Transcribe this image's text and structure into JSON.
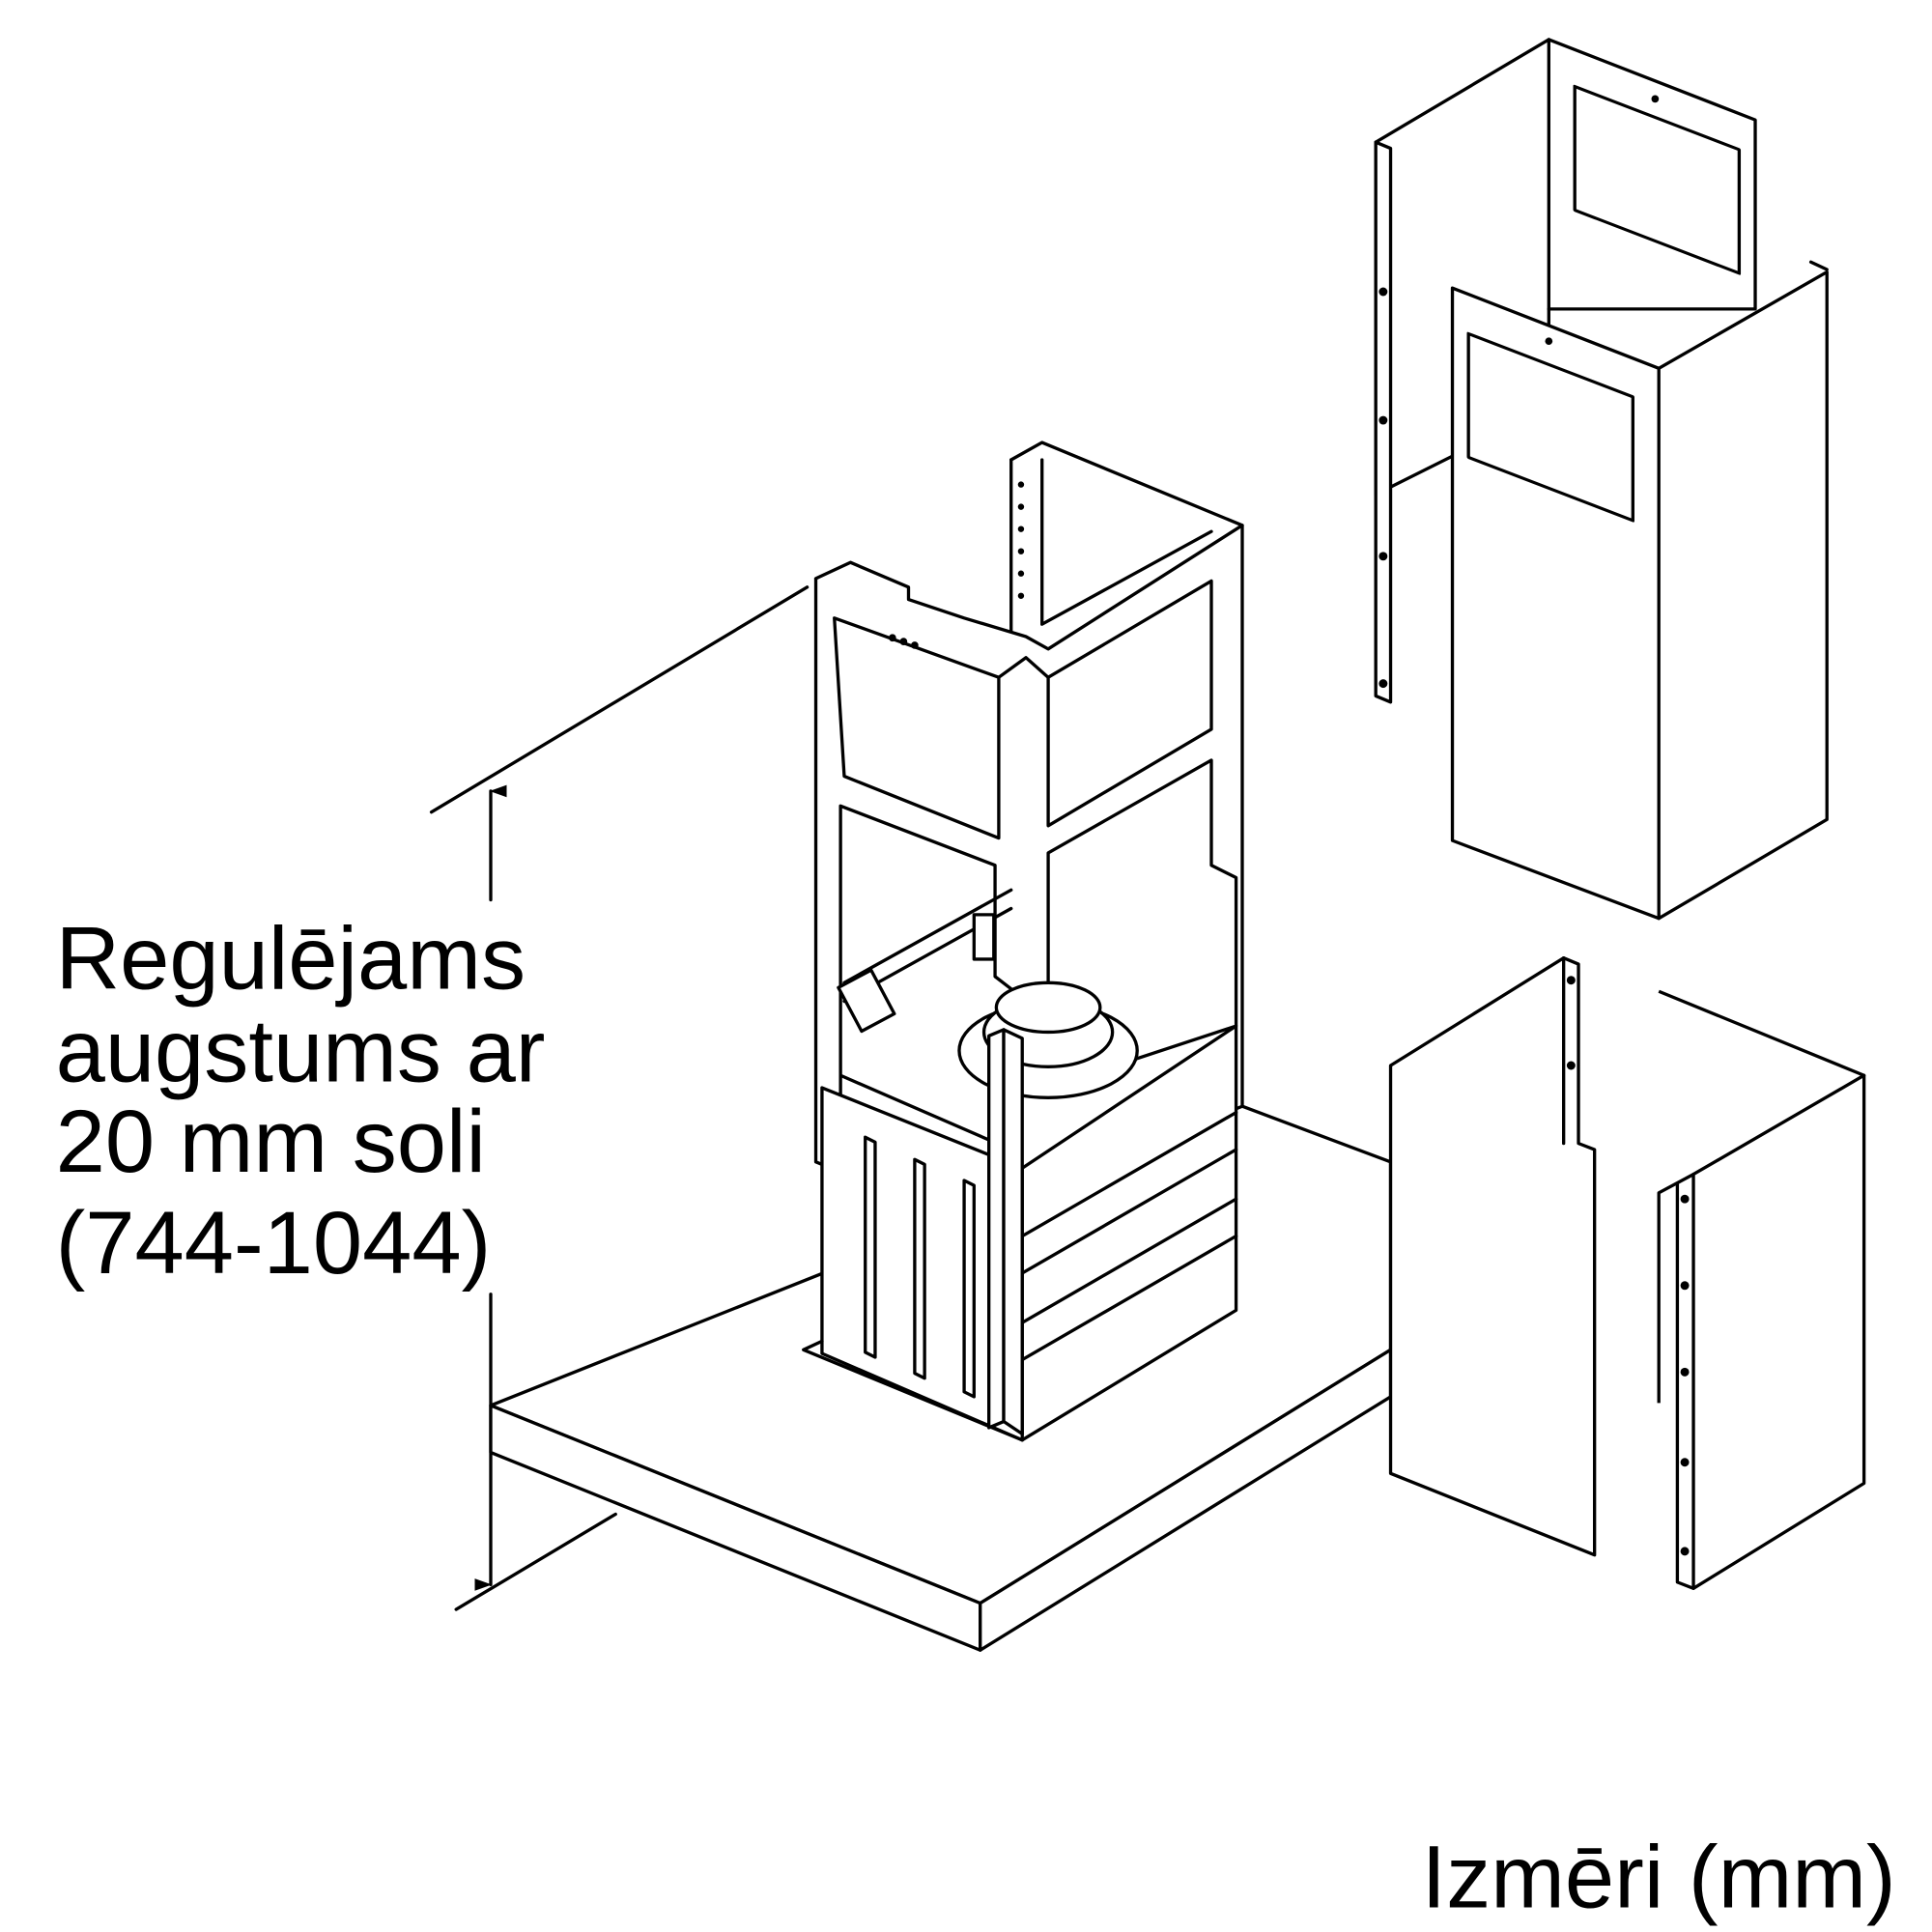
{
  "label": {
    "lines": [
      "Regulējams",
      "augstums ar",
      "20 mm soli",
      "(744-1044)"
    ]
  },
  "footer": "Izmēri (mm)",
  "colors": {
    "line": "#000000",
    "background": "#ffffff"
  }
}
